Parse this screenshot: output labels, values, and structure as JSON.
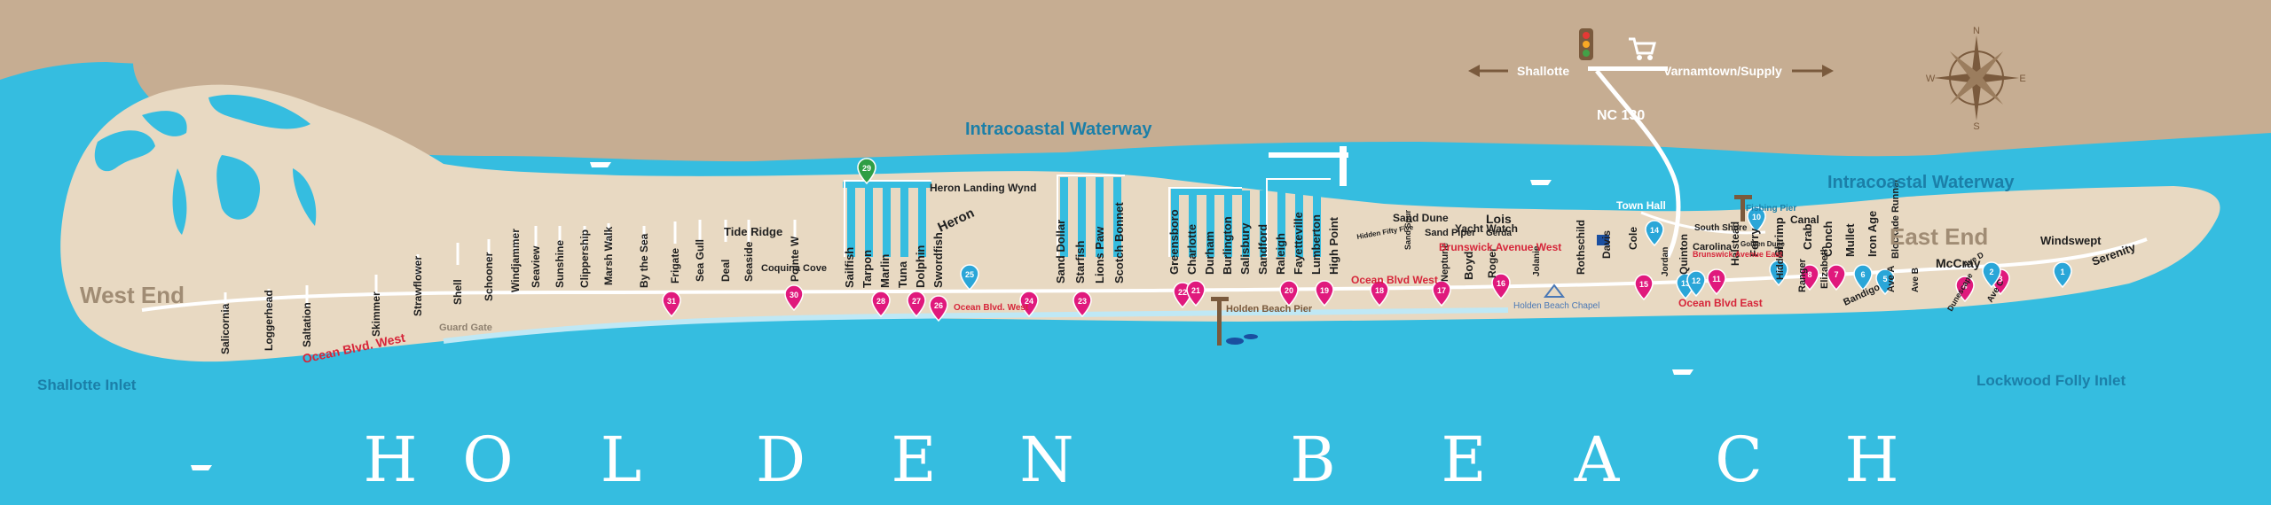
{
  "title": "HOLDEN BEACH",
  "title_letters": [
    "H",
    "O",
    "L",
    "D",
    "E",
    "N",
    "B",
    "E",
    "A",
    "C",
    "H"
  ],
  "colors": {
    "water": "#35bde0",
    "mainland": "#c6ad92",
    "island": "#e8d9c2",
    "road": "#ffffff",
    "marker": "#e0197d",
    "marker_alt": "#2aa6d8",
    "marker_green": "#2f9e44",
    "red_label": "#d6263a",
    "grey_label": "#8f8170",
    "brown": "#7a5a3d"
  },
  "areas": {
    "west_end": "West End",
    "east_end": "East End",
    "intracoastal_1": "Intracoastal Waterway",
    "intracoastal_2": "Intracoastal Waterway",
    "shallotte_inlet": "Shallotte Inlet",
    "lockwood_inlet": "Lockwood Folly Inlet",
    "town_hall": "Town Hall",
    "holden_pier": "Holden Beach Pier",
    "fishing_pier": "Fishing Pier",
    "chapel": "Holden Beach Chapel",
    "guard_gate": "Guard Gate",
    "coquina_cove": "Coquina Cove",
    "tide_ridge": "Tide Ridge",
    "heron_landing": "Heron Landing Wynd",
    "heron": "Heron"
  },
  "roads": {
    "ocean_west_1": "Ocean Blvd. West",
    "ocean_west_2": "Ocean Blvd. West",
    "ocean_west_3": "Ocean Blvd West",
    "brunswick_west": "Brunswick Avenue West",
    "brunswick_east": "Brunswick Avenue East",
    "ocean_east": "Ocean Blvd East",
    "nc130": "NC  130",
    "shallotte": "Shallotte",
    "varnamtown": "Varnamtown/Supply"
  },
  "compass": {
    "n": "N",
    "s": "S",
    "e": "E",
    "w": "W"
  },
  "streets_west": [
    "Salicornia",
    "Loggerhead",
    "Saltation",
    "Skimmer",
    "Strawflower",
    "Shell",
    "Schooner",
    "Windjammer",
    "Seaview",
    "Sunshine",
    "Clippership",
    "Marsh Walk",
    "By the Sea",
    "Frigate",
    "Sea Gull",
    "Deal",
    "Seaside",
    "Pointe W"
  ],
  "streets_mid1": [
    "Sailfish",
    "Tarpon",
    "Marlin",
    "Tuna",
    "Dolphin",
    "Swordfish"
  ],
  "streets_mid2": [
    "Sand Dollar",
    "Starfish",
    "Lions Paw",
    "Scotch Bonnet"
  ],
  "streets_mid3": [
    "Greensboro",
    "Charlotte",
    "Durham",
    "Burlington",
    "Salisbury",
    "Sandford",
    "Raleigh",
    "Fayetteville",
    "Lumberton",
    "High Point"
  ],
  "streets_east": [
    {
      "t": "Yacht Watch"
    },
    {
      "t": "Lois"
    },
    {
      "t": "Gerda"
    },
    {
      "t": "Sand Dune"
    },
    {
      "t": "Sand Piper"
    },
    {
      "t": "Sand Spur"
    },
    {
      "t": "Neptune"
    },
    {
      "t": "Boyd"
    },
    {
      "t": "Roger"
    },
    {
      "t": "Jolanie"
    },
    {
      "t": "Rothschild"
    },
    {
      "t": "Davis"
    },
    {
      "t": "Cole"
    },
    {
      "t": "Quinton"
    },
    {
      "t": "Jordan"
    },
    {
      "t": "Carolina"
    },
    {
      "t": "Halstead"
    },
    {
      "t": "South Shore"
    },
    {
      "t": "Ferry"
    },
    {
      "t": "Shrimp"
    },
    {
      "t": "Canal"
    },
    {
      "t": "Crab"
    },
    {
      "t": "Conch"
    },
    {
      "t": "Mullet"
    },
    {
      "t": "Iron Age"
    },
    {
      "t": "Blockade Runner"
    },
    {
      "t": "Golden Dune"
    },
    {
      "t": "Hidden"
    },
    {
      "t": "Ranger"
    },
    {
      "t": "Elizabeth"
    },
    {
      "t": "Bandigo"
    },
    {
      "t": "Ave A"
    },
    {
      "t": "Ave B"
    },
    {
      "t": "Dunescape"
    },
    {
      "t": "Ave C"
    },
    {
      "t": "Ave D"
    },
    {
      "t": "McCray"
    },
    {
      "t": "Windswept"
    },
    {
      "t": "Serenity"
    },
    {
      "t": "Hidden Fifty Five"
    }
  ],
  "markers": [
    "31",
    "30",
    "28",
    "27",
    "26",
    "25",
    "24",
    "23",
    "22",
    "21",
    "20",
    "19",
    "18",
    "17",
    "16",
    "15",
    "14",
    "13",
    "12",
    "11",
    "10",
    "9",
    "8",
    "7",
    "6",
    "5",
    "4",
    "3",
    "2",
    "1",
    "29"
  ]
}
